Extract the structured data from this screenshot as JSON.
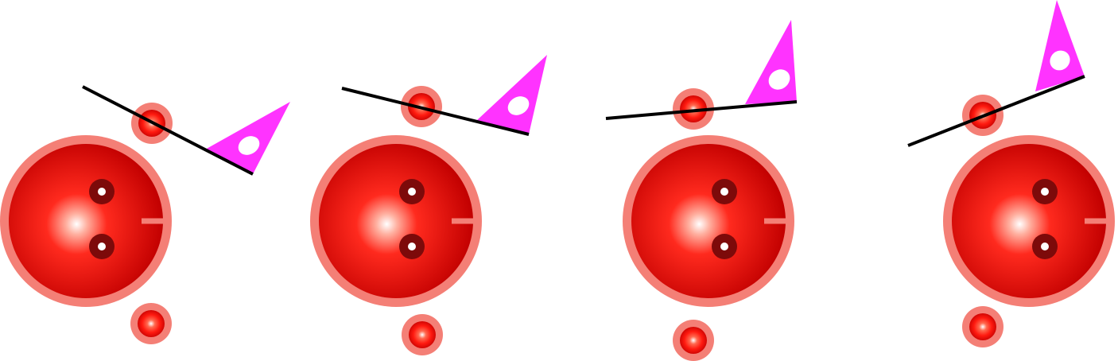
{
  "diagram": {
    "description_free": true,
    "colors": {
      "background": "#ffffff",
      "ring": "#f47f76",
      "ring_stroke": "#f07a70",
      "body_light": "#ffffff",
      "body_mid": "#ff2020",
      "body_dark": "#c40000",
      "eye_dark": "#7d0a0a",
      "eye_highlight": "#ffffff",
      "arm_line": "#000000",
      "flag": "#ff33ff",
      "flag_spot": "#ffffff"
    },
    "icons": [
      "large-sphere-icon",
      "small-sphere-icon",
      "lever-arm-icon",
      "triangle-flag-icon"
    ],
    "panels": [
      {
        "id": "panel-1"
      },
      {
        "id": "panel-2"
      },
      {
        "id": "panel-3"
      },
      {
        "id": "panel-4"
      }
    ]
  }
}
